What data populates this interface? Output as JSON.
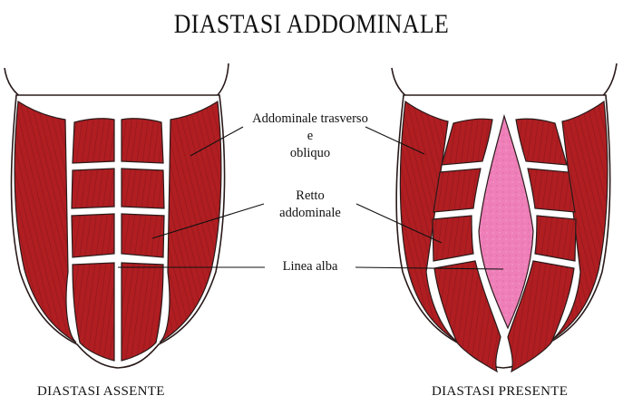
{
  "title": "DIASTASI ADDOMINALE",
  "labels": {
    "transverse_line1": "Addominale trasverso",
    "transverse_line2": "e",
    "transverse_line3": "obliquo",
    "rectus_line1": "Retto",
    "rectus_line2": "addominale",
    "linea_alba": "Linea alba"
  },
  "captions": {
    "left": "DIASTASI ASSENTE",
    "right": "DIASTASI PRESENTE"
  },
  "colors": {
    "muscle": "#b01e22",
    "muscle_dark": "#7a1114",
    "outline": "#2a1a1a",
    "separated_gap": "#ee7fb8"
  }
}
